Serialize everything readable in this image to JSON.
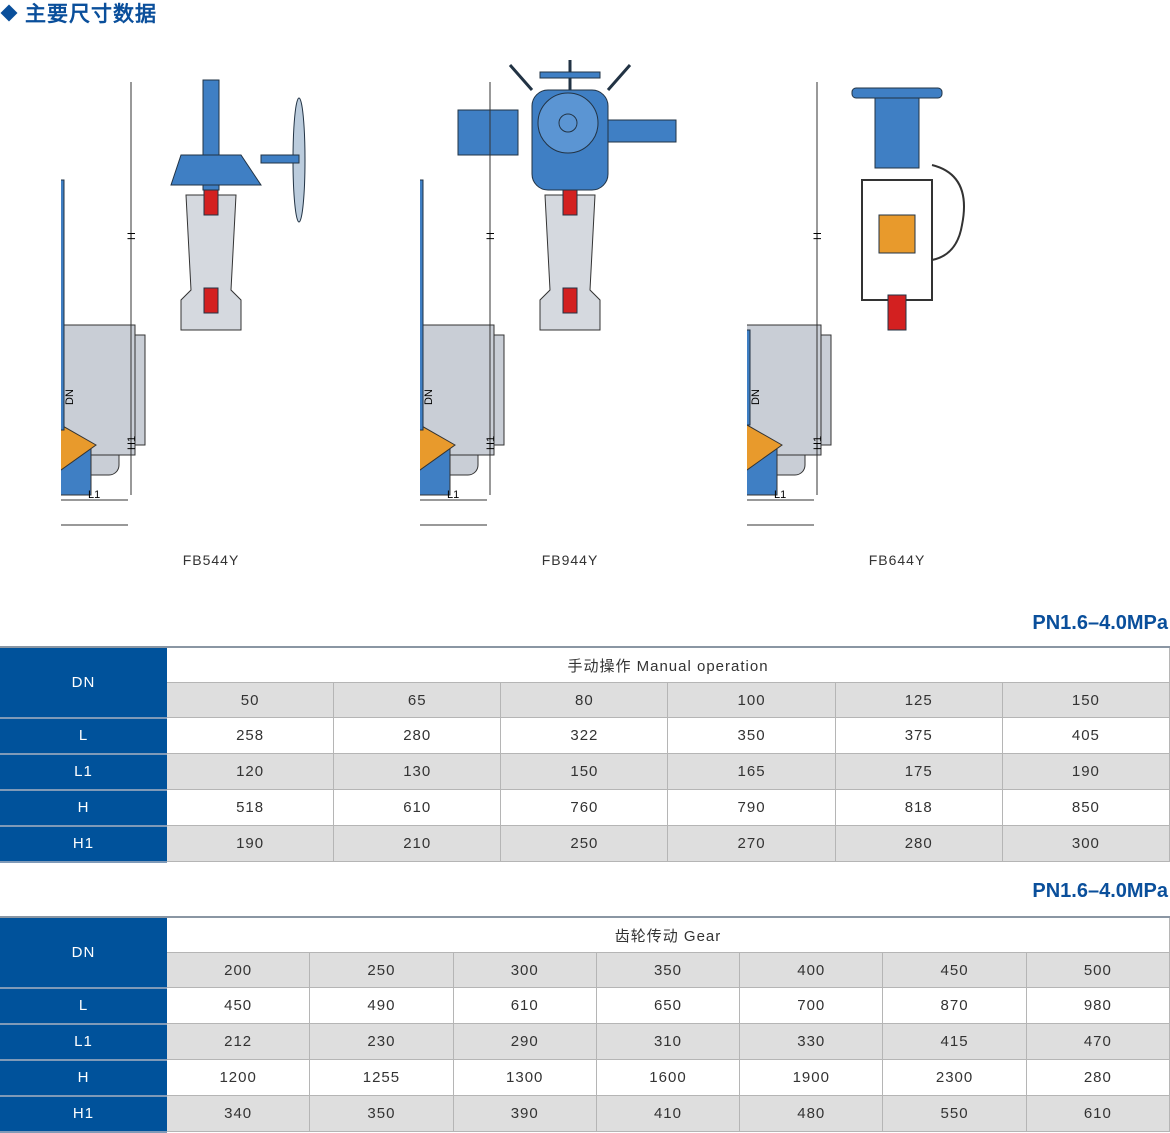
{
  "section_title": "主要尺寸数据",
  "colors": {
    "brand": "#00529b",
    "valve_body": "#c9ced6",
    "actuator": "#3f7fc4",
    "seal": "#e89a2c",
    "packing": "#d32020"
  },
  "models": [
    "FB544Y",
    "FB944Y",
    "FB644Y"
  ],
  "dimension_labels": {
    "h": "H",
    "h1": "H1",
    "dn": "DN",
    "l": "L",
    "l1": "L1"
  },
  "tables": [
    {
      "pressure": "PN1.6–4.0MPa",
      "caption": "手动操作 Manual operation",
      "rows": [
        {
          "label": "DN",
          "values": [
            "50",
            "65",
            "80",
            "100",
            "125",
            "150"
          ]
        },
        {
          "label": "L",
          "values": [
            "258",
            "280",
            "322",
            "350",
            "375",
            "405"
          ]
        },
        {
          "label": "L1",
          "values": [
            "120",
            "130",
            "150",
            "165",
            "175",
            "190"
          ]
        },
        {
          "label": "H",
          "values": [
            "518",
            "610",
            "760",
            "790",
            "818",
            "850"
          ]
        },
        {
          "label": "H1",
          "values": [
            "190",
            "210",
            "250",
            "270",
            "280",
            "300"
          ]
        }
      ]
    },
    {
      "pressure": "PN1.6–4.0MPa",
      "caption": "齿轮传动 Gear",
      "rows": [
        {
          "label": "DN",
          "values": [
            "200",
            "250",
            "300",
            "350",
            "400",
            "450",
            "500"
          ]
        },
        {
          "label": "L",
          "values": [
            "450",
            "490",
            "610",
            "650",
            "700",
            "870",
            "980"
          ]
        },
        {
          "label": "L1",
          "values": [
            "212",
            "230",
            "290",
            "310",
            "330",
            "415",
            "470"
          ]
        },
        {
          "label": "H",
          "values": [
            "1200",
            "1255",
            "1300",
            "1600",
            "1900",
            "2300",
            "280"
          ]
        },
        {
          "label": "H1",
          "values": [
            "340",
            "350",
            "390",
            "410",
            "480",
            "550",
            "610"
          ]
        }
      ]
    }
  ]
}
